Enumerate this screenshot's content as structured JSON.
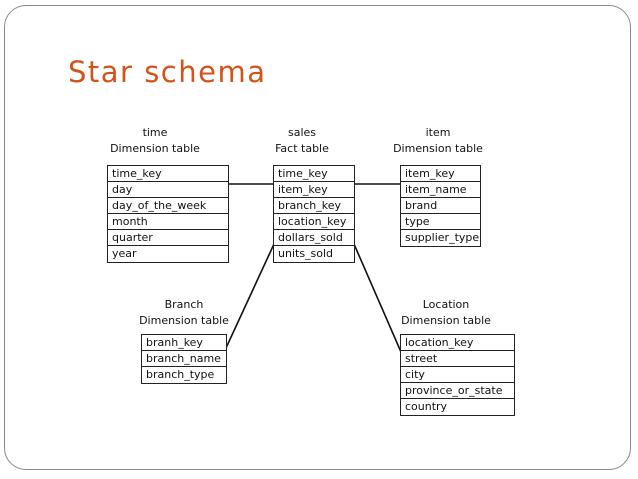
{
  "title": "Star schema",
  "tables": {
    "time": {
      "name": "time",
      "kind": "Dimension table",
      "rows": [
        "time_key",
        "day",
        "day_of_the_week",
        "month",
        "quarter",
        "year"
      ]
    },
    "sales": {
      "name": "sales",
      "kind": "Fact table",
      "rows": [
        "time_key",
        "item_key",
        "branch_key",
        "location_key",
        "dollars_sold",
        "units_sold"
      ]
    },
    "item": {
      "name": "item",
      "kind": "Dimension table",
      "rows": [
        "item_key",
        "item_name",
        "brand",
        "type",
        "supplier_type"
      ]
    },
    "branch": {
      "name": "Branch",
      "kind": "Dimension table",
      "rows": [
        "branh_key",
        "branch_name",
        "branch_type"
      ]
    },
    "location": {
      "name": "Location",
      "kind": "Dimension table",
      "rows": [
        "location_key",
        "street",
        "city",
        "province_or_state",
        "country"
      ]
    }
  },
  "colors": {
    "title": "#d2541b",
    "lines": "#111111",
    "frame": "#8a8a8a"
  }
}
